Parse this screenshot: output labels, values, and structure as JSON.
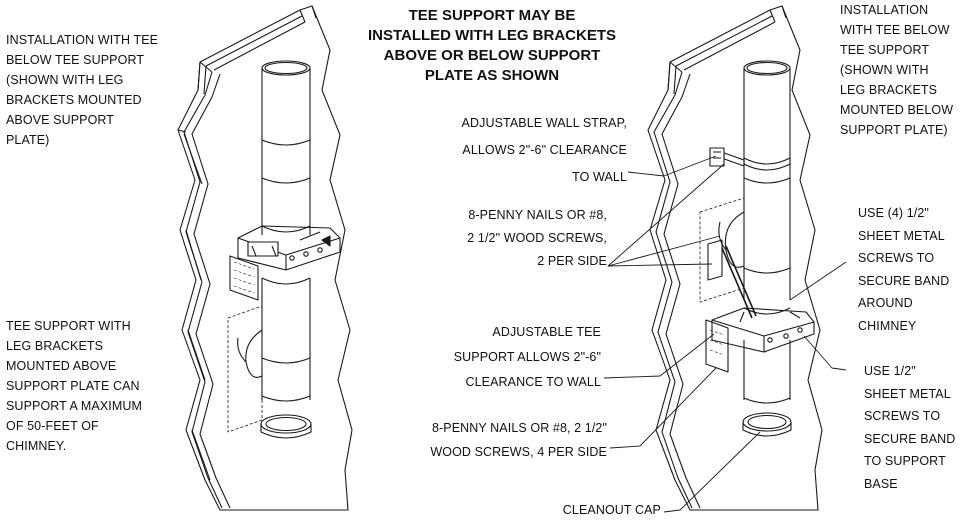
{
  "title_lines": [
    "TEE SUPPORT MAY BE",
    "INSTALLED WITH LEG BRACKETS",
    "ABOVE OR BELOW SUPPORT",
    "PLATE AS SHOWN"
  ],
  "left_install_note": [
    "INSTALLATION WITH TEE",
    "BELOW TEE SUPPORT",
    "(SHOWN WITH LEG",
    "BRACKETS MOUNTED",
    "ABOVE SUPPORT",
    "PLATE)"
  ],
  "left_capacity_note": [
    "TEE SUPPORT WITH",
    "LEG BRACKETS",
    "MOUNTED ABOVE",
    "SUPPORT PLATE CAN",
    "SUPPORT A MAXIMUM",
    "OF 50-FEET OF",
    "CHIMNEY."
  ],
  "right_install_note": [
    "INSTALLATION",
    "WITH TEE BELOW",
    "TEE SUPPORT",
    "(SHOWN WITH",
    "LEG BRACKETS",
    "MOUNTED BELOW",
    "SUPPORT PLATE)"
  ],
  "callouts": {
    "wall_strap": [
      "ADJUSTABLE WALL STRAP,",
      "ALLOWS 2\"-6\" CLEARANCE",
      "TO WALL"
    ],
    "nails_upper": [
      "8-PENNY NAILS OR #8,",
      "2 1/2\" WOOD SCREWS,",
      "2 PER SIDE"
    ],
    "tee_support": [
      "ADJUSTABLE TEE",
      "SUPPORT ALLOWS 2\"-6\"",
      "CLEARANCE TO WALL"
    ],
    "nails_lower": [
      "8-PENNY NAILS OR #8, 2 1/2\"",
      "WOOD SCREWS, 4 PER SIDE"
    ],
    "cleanout": [
      "CLEANOUT CAP"
    ],
    "band_screws": [
      "USE (4) 1/2\"",
      "SHEET METAL",
      "SCREWS TO",
      "SECURE BAND",
      "AROUND",
      "CHIMNEY"
    ],
    "base_screws": [
      "USE 1/2\"",
      "SHEET METAL",
      "SCREWS TO",
      "SECURE BAND",
      "TO SUPPORT",
      "BASE"
    ]
  }
}
